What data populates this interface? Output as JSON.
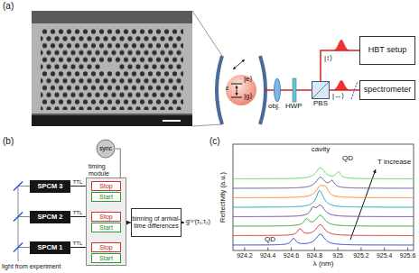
{
  "diagram": {
    "nodes": [
      {
        "text": [
          "PBS"
        ]
      },
      {
        "text": [
          "HBT setup"
        ]
      },
      {
        "text": [
          "spectrometer"
        ]
      },
      {
        "text": [
          "SPCM 3"
        ]
      },
      {
        "text": [
          "SPCM 2"
        ]
      },
      {
        "text": [
          "SPCM 1"
        ]
      },
      {
        "text": [
          "sync"
        ]
      },
      {
        "text": [
          "timing module"
        ]
      },
      {
        "text": [
          "Stop"
        ],
        "in": 7
      },
      {
        "text": [
          "Start"
        ],
        "in": 7
      },
      {
        "text": [
          "Stop"
        ],
        "in": 7
      },
      {
        "text": [
          "Start"
        ],
        "in": 7
      },
      {
        "text": [
          "Stop"
        ],
        "in": 7
      },
      {
        "text": [
          "Start"
        ],
        "in": 7
      },
      {
        "text": [
          "binning of arrival-time differences"
        ]
      }
    ],
    "edges": [
      {
        "from": 0,
        "to": 1,
        "arrow": "none"
      },
      {
        "from": 0,
        "to": 2,
        "arrow": "none"
      },
      {
        "from": 3,
        "to": 8,
        "label": "TTL",
        "arrow": "to"
      },
      {
        "from": 4,
        "to": 10,
        "label": "TTL",
        "arrow": "to"
      },
      {
        "from": 5,
        "to": 12,
        "label": "TTL",
        "arrow": "to"
      },
      {
        "from": 6,
        "to": 7,
        "arrow": "none"
      },
      {
        "from": 7,
        "to": 14,
        "arrow": "to"
      }
    ],
    "labels": [
      "(a)",
      "|e⟩",
      "|g⟩",
      "ε",
      "obj.",
      "HWP",
      "|↕⟩",
      "|↔⟩",
      "(b)",
      "light from experiment",
      "g⁽³⁾(τ₁,τ₂)",
      "(c)",
      "cavity",
      "QD",
      "QD",
      "T increase",
      "Reflectivity (a.u.)",
      "λ (nm)",
      "924.2",
      "924.4",
      "924.6",
      "924.8",
      "925",
      "925.2",
      "925.4",
      "925.6"
    ]
  }
}
